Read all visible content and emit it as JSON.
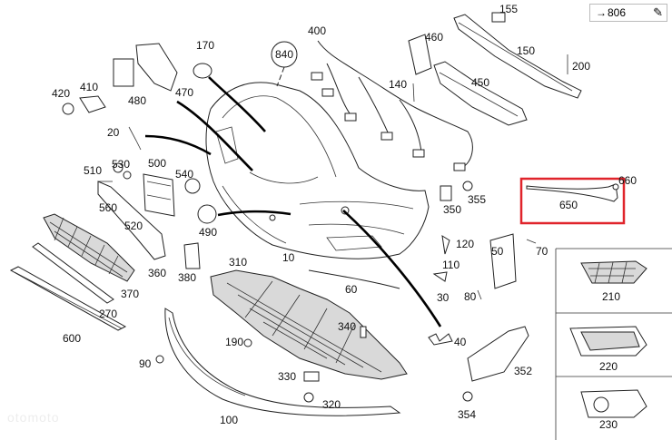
{
  "nav_reference": {
    "label": "806",
    "arrow": "→",
    "edit_icon": "✎"
  },
  "watermark": "otomoto",
  "highlighted_part": "650",
  "highlight_color": "#e0242b",
  "part_labels": {
    "p10": "10",
    "p20": "20",
    "p30": "30",
    "p40": "40",
    "p50": "50",
    "p60": "60",
    "p70": "70",
    "p80": "80",
    "p90": "90",
    "p100": "100",
    "p110": "110",
    "p120": "120",
    "p140": "140",
    "p150": "150",
    "p155": "155",
    "p170": "170",
    "p190": "190",
    "p200": "200",
    "p210": "210",
    "p220": "220",
    "p230": "230",
    "p270": "270",
    "p310": "310",
    "p320": "320",
    "p330": "330",
    "p340": "340",
    "p350": "350",
    "p352": "352",
    "p354": "354",
    "p355": "355",
    "p360": "360",
    "p370": "370",
    "p380": "380",
    "p400": "400",
    "p410": "410",
    "p420": "420",
    "p450": "450",
    "p460": "460",
    "p470": "470",
    "p480": "480",
    "p490": "490",
    "p500": "500",
    "p510": "510",
    "p520": "520",
    "p530": "530",
    "p540": "540",
    "p560": "560",
    "p600": "600",
    "p650": "650",
    "p660": "660",
    "p840": "840"
  }
}
